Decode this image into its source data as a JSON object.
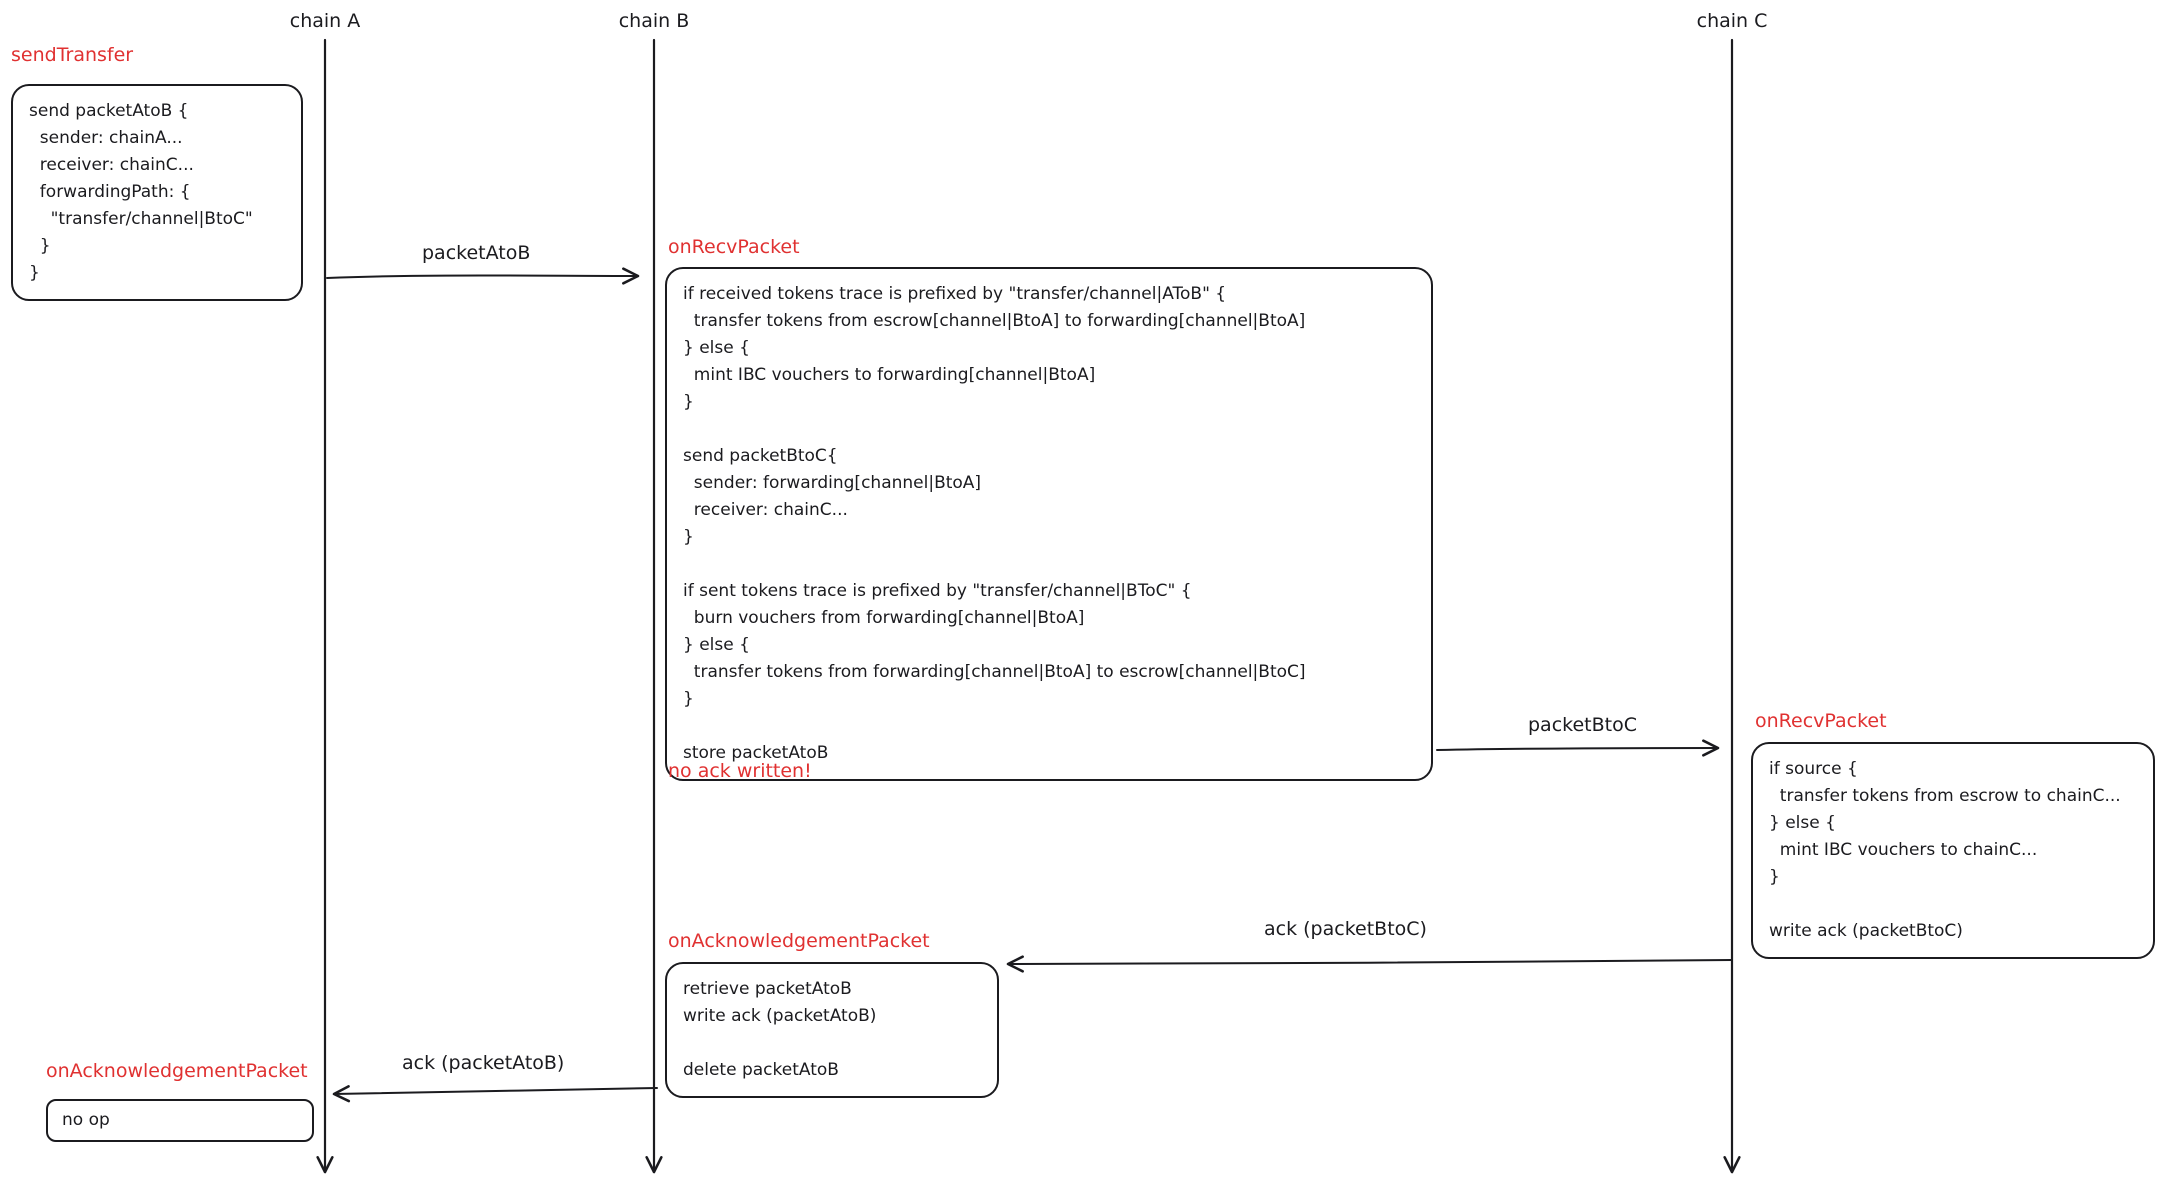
{
  "diagram_title": "IBC token forwarding sequence diagram",
  "colors": {
    "label_red": "#e03131",
    "ink": "#1b1b1f",
    "background": "#ffffff"
  },
  "lifelines": [
    {
      "label": "chain A"
    },
    {
      "label": "chain B"
    },
    {
      "label": "chain C"
    }
  ],
  "messages": {
    "packet_a_to_b": "packetAtoB",
    "packet_b_to_c": "packetBtoC",
    "ack_b_to_c": "ack (packetBtoC)",
    "ack_a_to_b": "ack (packetAtoB)"
  },
  "blocks": {
    "send_transfer": {
      "title": "sendTransfer",
      "body": "send packetAtoB {\n  sender: chainA...\n  receiver: chainC...\n  forwardingPath: {\n    \"transfer/channel|BtoC\"\n  }\n}"
    },
    "on_recv_packet_b": {
      "title": "onRecvPacket",
      "body": "if received tokens trace is prefixed by \"transfer/channel|AToB\" {\n  transfer tokens from escrow[channel|BtoA] to forwarding[channel|BtoA]\n} else {\n  mint IBC vouchers to forwarding[channel|BtoA]\n}\n\nsend packetBtoC{\n  sender: forwarding[channel|BtoA]\n  receiver: chainC...\n}\n\nif sent tokens trace is prefixed by \"transfer/channel|BToC\" {\n  burn vouchers from forwarding[channel|BtoA]\n} else {\n  transfer tokens from forwarding[channel|BtoA] to escrow[channel|BtoC]\n}\n\nstore packetAtoB",
      "footnote": "no ack written!"
    },
    "on_recv_packet_c": {
      "title": "onRecvPacket",
      "body": "if source {\n  transfer tokens from escrow to chainC...\n} else {\n  mint IBC vouchers to chainC...\n}\n\nwrite ack (packetBtoC)"
    },
    "on_ack_packet_b": {
      "title": "onAcknowledgementPacket",
      "body": "retrieve packetAtoB\nwrite ack (packetAtoB)\n\ndelete packetAtoB"
    },
    "on_ack_packet_a": {
      "title": "onAcknowledgementPacket",
      "body": "no op"
    }
  }
}
